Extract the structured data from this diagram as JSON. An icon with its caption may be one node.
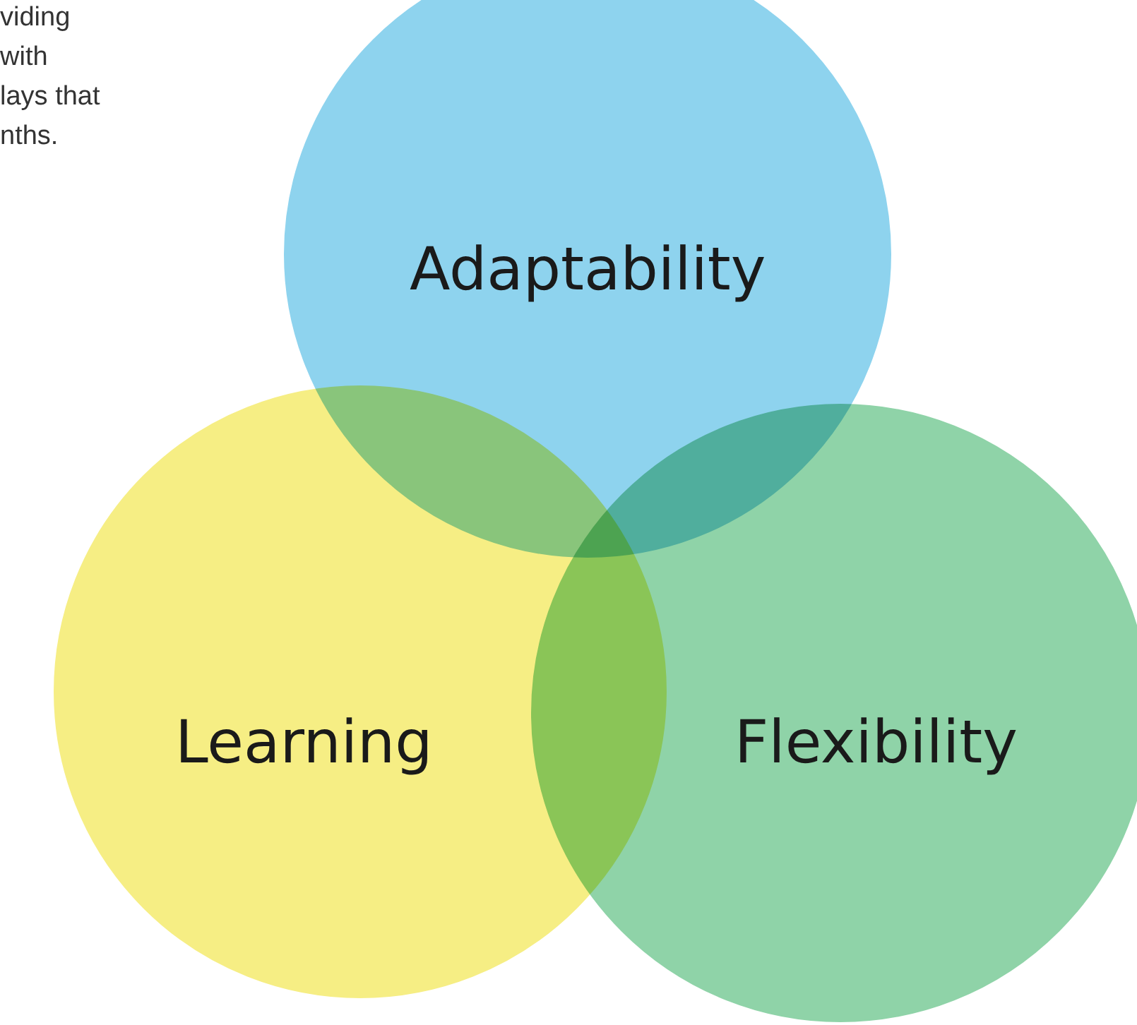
{
  "diagram": {
    "nodes": [
      {
        "text": [
          "Adaptability"
        ]
      },
      {
        "text": [
          "Learning"
        ]
      },
      {
        "text": [
          "Flexibility"
        ]
      }
    ],
    "labels": [
      "viding",
      "with",
      "lays that",
      "nths."
    ]
  }
}
